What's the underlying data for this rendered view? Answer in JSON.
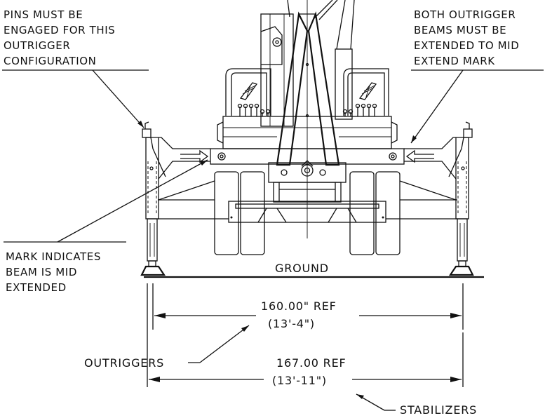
{
  "callouts": {
    "pins": [
      "PINS MUST BE",
      "ENGAGED FOR THIS",
      "OUTRIGGER",
      "CONFIGURATION"
    ],
    "beams": [
      "BOTH OUTRIGGER",
      "BEAMS MUST BE",
      "EXTENDED TO MID",
      "EXTEND MARK"
    ],
    "mark": [
      "MARK INDICATES",
      "BEAM IS MID",
      "EXTENDED"
    ],
    "ground": "GROUND",
    "outriggers": "OUTRIGGERS",
    "stabilizers": "STABILIZERS"
  },
  "dimensions": {
    "outrigger_span": {
      "value": "160.00\" REF",
      "feet": "(13'-4\")"
    },
    "stabilizer_span": {
      "value": "167.00 REF",
      "feet": "(13'-11\")"
    }
  }
}
